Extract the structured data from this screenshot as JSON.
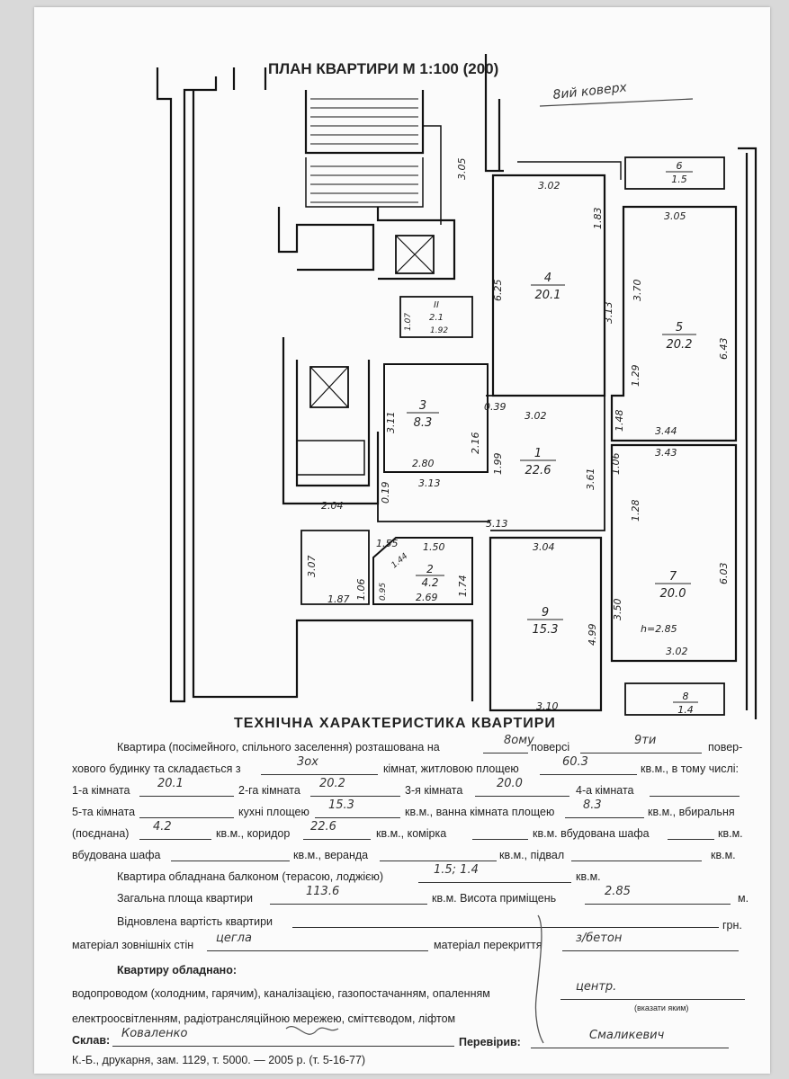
{
  "plan": {
    "title": "ПЛАН КВАРТИРИ М 1:100 (200)",
    "floor_note": "8ий коверх",
    "rooms": [
      {
        "id": "1",
        "area": "22.6"
      },
      {
        "id": "2",
        "area": "4.2"
      },
      {
        "id": "3",
        "area": "8.3"
      },
      {
        "id": "4",
        "area": "20.1"
      },
      {
        "id": "5",
        "area": "20.2"
      },
      {
        "id": "6",
        "area": "1.5"
      },
      {
        "id": "7",
        "area": "20.0"
      },
      {
        "id": "8",
        "area": "1.4"
      },
      {
        "id": "9",
        "area": "15.3"
      },
      {
        "id": "II",
        "area": "2.1"
      }
    ],
    "dims": [
      "3.05",
      "3.02",
      "1.83",
      "6.25",
      "3.13",
      "3.70",
      "3.05",
      "6.43",
      "1.29",
      "1.48",
      "3.44",
      "3.43",
      "1.06",
      "1.28",
      "6.03",
      "3.50",
      "3.02",
      "4.99",
      "3.04",
      "3.10",
      "5.13",
      "3.61",
      "1.99",
      "0.39",
      "3.02",
      "3.13",
      "3.11",
      "2.80",
      "2.16",
      "0.19",
      "2.04",
      "3.07",
      "1.87",
      "1.06",
      "1.55",
      "1.44",
      "1.50",
      "0.95",
      "1.74",
      "2.69",
      "1.07",
      "1.92"
    ],
    "height_note": "h=2.85"
  },
  "spec": {
    "title": "ТЕХНІЧНА ХАРАКТЕРИСТИКА КВАРТИРИ",
    "l1a": "Квартира (посімейного, спільного заселення) розташована на",
    "l1b": "поверсі",
    "l1c": "повер-",
    "floor": "8ому",
    "storeys": "9ти",
    "l2a": "хового будинку та складається з",
    "l2b": "кімнат, житловою площею",
    "l2c": "кв.м., в тому числі:",
    "rooms_count": "3ох",
    "living_area": "60.3",
    "r1": "1-а кімната",
    "r1v": "20.1",
    "r2": "2-га кімната",
    "r2v": "20.2",
    "r3": "3-я кімната",
    "r3v": "20.0",
    "r4": "4-а кімната",
    "r5": "5-та кімната",
    "kitchen": "кухні площею",
    "kitchen_v": "15.3",
    "bath": "кв.м., ванна кімната площею",
    "bath_v": "8.3",
    "toilet": "кв.м., вбиральня",
    "combined": "(поєднана)",
    "combined_v": "4.2",
    "corridor": "кв.м., коридор",
    "corridor_v": "22.6",
    "pantry": "кв.м., комірка",
    "wardrobe1": "кв.м. вбудована шафа",
    "kvm": "кв.м.",
    "wardrobe2": "вбудована шафа",
    "veranda": "кв.м., веранда",
    "basement": "кв.м., підвал",
    "balcony": "Квартира обладнана балконом (терасою, лоджією)",
    "balcony_v": "1.5; 1.4",
    "total": "Загальна площа квартири",
    "total_v": "113.6",
    "height": "кв.м. Висота приміщень",
    "height_v": "2.85",
    "m": "м.",
    "value": "Відновлена вартість квартири",
    "grn": "грн.",
    "walls": "матеріал зовнішніх стін",
    "walls_v": "цегла",
    "ceiling": "матеріал перекриття",
    "ceiling_v": "з/бетон",
    "equipped": "Квартиру обладнано:",
    "util1": "водопроводом (холодним, гарячим), каналізацією, газопостачанням, опаленням",
    "heating_v": "центр.",
    "specify": "(вказати яким)",
    "util2": "електроосвітленням, радіотрансляційною мережею, сміттєводом, ліфтом",
    "composed": "Склав:",
    "composed_v": "Коваленко",
    "checked": "Перевірив:",
    "checked_v": "Смаликевич",
    "print": "К.-Б., друкарня, зам. 1129, т. 5000. — 2005 р. (т. 5-16-77)"
  }
}
